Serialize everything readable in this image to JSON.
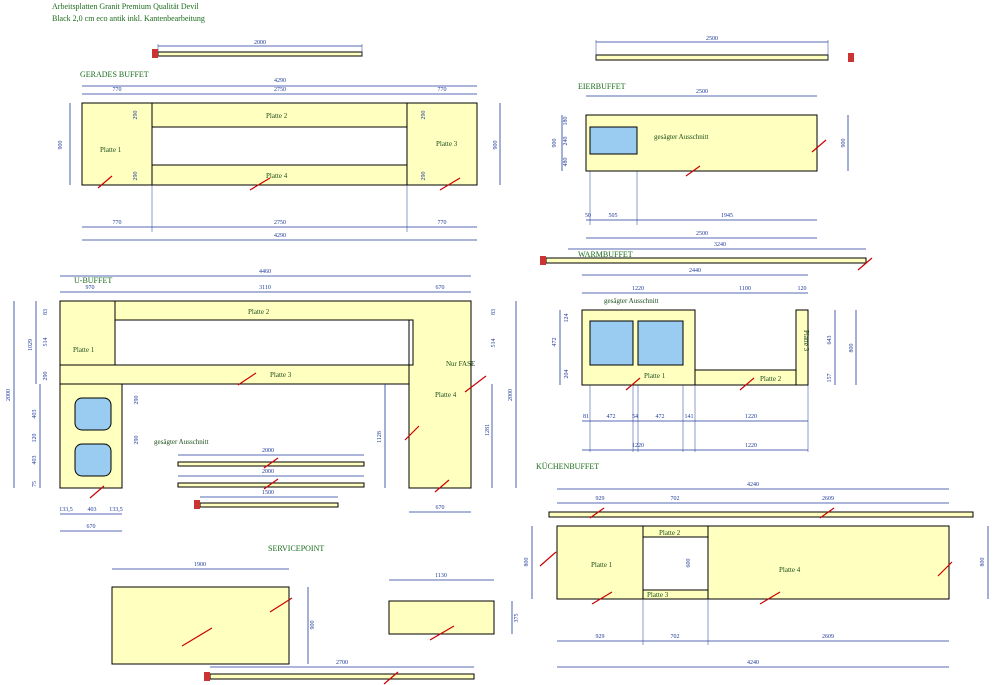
{
  "header": {
    "line1": "Arbeitsplatten Granit Premium Qualität Devil",
    "line2": "Black 2,0 cm eco antik inkl. Kantenbearbeitung"
  },
  "sections": {
    "gerades_buffet": "GERADES BUFFET",
    "eierbuffet": "EIERBUFFET",
    "u_buffet": "U-BUFFET",
    "warmbuffet": "WARMBUFFET",
    "kuechenbuffet": "KÜCHENBUFFET",
    "servicepoint": "SERVICEPOINT"
  },
  "labels": {
    "platte1": "Platte 1",
    "platte2": "Platte 2",
    "platte3": "Platte 3",
    "platte4": "Platte 4",
    "ausschnitt": "gesägter Ausschnitt",
    "nur_fase": "Nur FASE"
  },
  "dims": {
    "strip_top_left": "2000",
    "strip_top_right": "2500",
    "gb_total": "4290",
    "gb_770a": "770",
    "gb_2750": "2750",
    "gb_770b": "770",
    "gb_900": "900",
    "gb_290a": "290",
    "gb_290b": "290",
    "gb_290c": "290",
    "gb_290d": "290",
    "eb_2500": "2500",
    "eb_900": "900",
    "eb_180": "180",
    "eb_240": "240",
    "eb_480": "480",
    "eb_50": "50",
    "eb_505": "505",
    "eb_1945": "1945",
    "eb_2500b": "2500",
    "wb_strip": "3240",
    "wb_2440": "2440",
    "wb_1220": "1220",
    "wb_1100": "1100",
    "wb_120": "120",
    "wb_643": "643",
    "wb_800": "800",
    "wb_472v": "472",
    "wb_124": "124",
    "wb_204": "204",
    "wb_157": "157",
    "wb_81": "81",
    "wb_472a": "472",
    "wb_54": "54",
    "wb_472b": "472",
    "wb_141": "141",
    "wb_1220b": "1220",
    "wb_1220c": "1220",
    "wb_1220d": "1220",
    "ub_4460": "4460",
    "ub_970": "970",
    "ub_3110": "3110",
    "ub_670": "670",
    "ub_2000": "2000",
    "ub_1029": "1029",
    "ub_514": "514",
    "ub_83": "83",
    "ub_290": "290",
    "ub_403a": "403",
    "ub_120": "120",
    "ub_403b": "403",
    "ub_75": "75",
    "ub_2000r": "2000",
    "ub_1128": "1128",
    "ub_1281": "1281",
    "ub_514r": "514",
    "ub_83r": "83",
    "ub_670b": "670",
    "ub_133a": "133,5",
    "ub_403c": "403",
    "ub_133b": "133,5",
    "ub_670c": "670",
    "ub_strip2000a": "2000",
    "ub_strip2000b": "2000",
    "ub_strip1500": "1500",
    "kb_4240": "4240",
    "kb_929": "929",
    "kb_702": "702",
    "kb_2609": "2609",
    "kb_800": "800",
    "kb_600": "600",
    "kb_929b": "929",
    "kb_702b": "702",
    "kb_2609b": "2609",
    "kb_4240b": "4240",
    "sp_1900": "1900",
    "sp_900": "900",
    "sp_1130": "1130",
    "sp_375": "375",
    "sp_2700": "2700"
  },
  "colors": {
    "plate": "#ffffc0",
    "cutout": "#99ccf0",
    "dimension": "#1f3a9a",
    "edge_mark": "#cc0000",
    "label": "#1a6b1a"
  }
}
